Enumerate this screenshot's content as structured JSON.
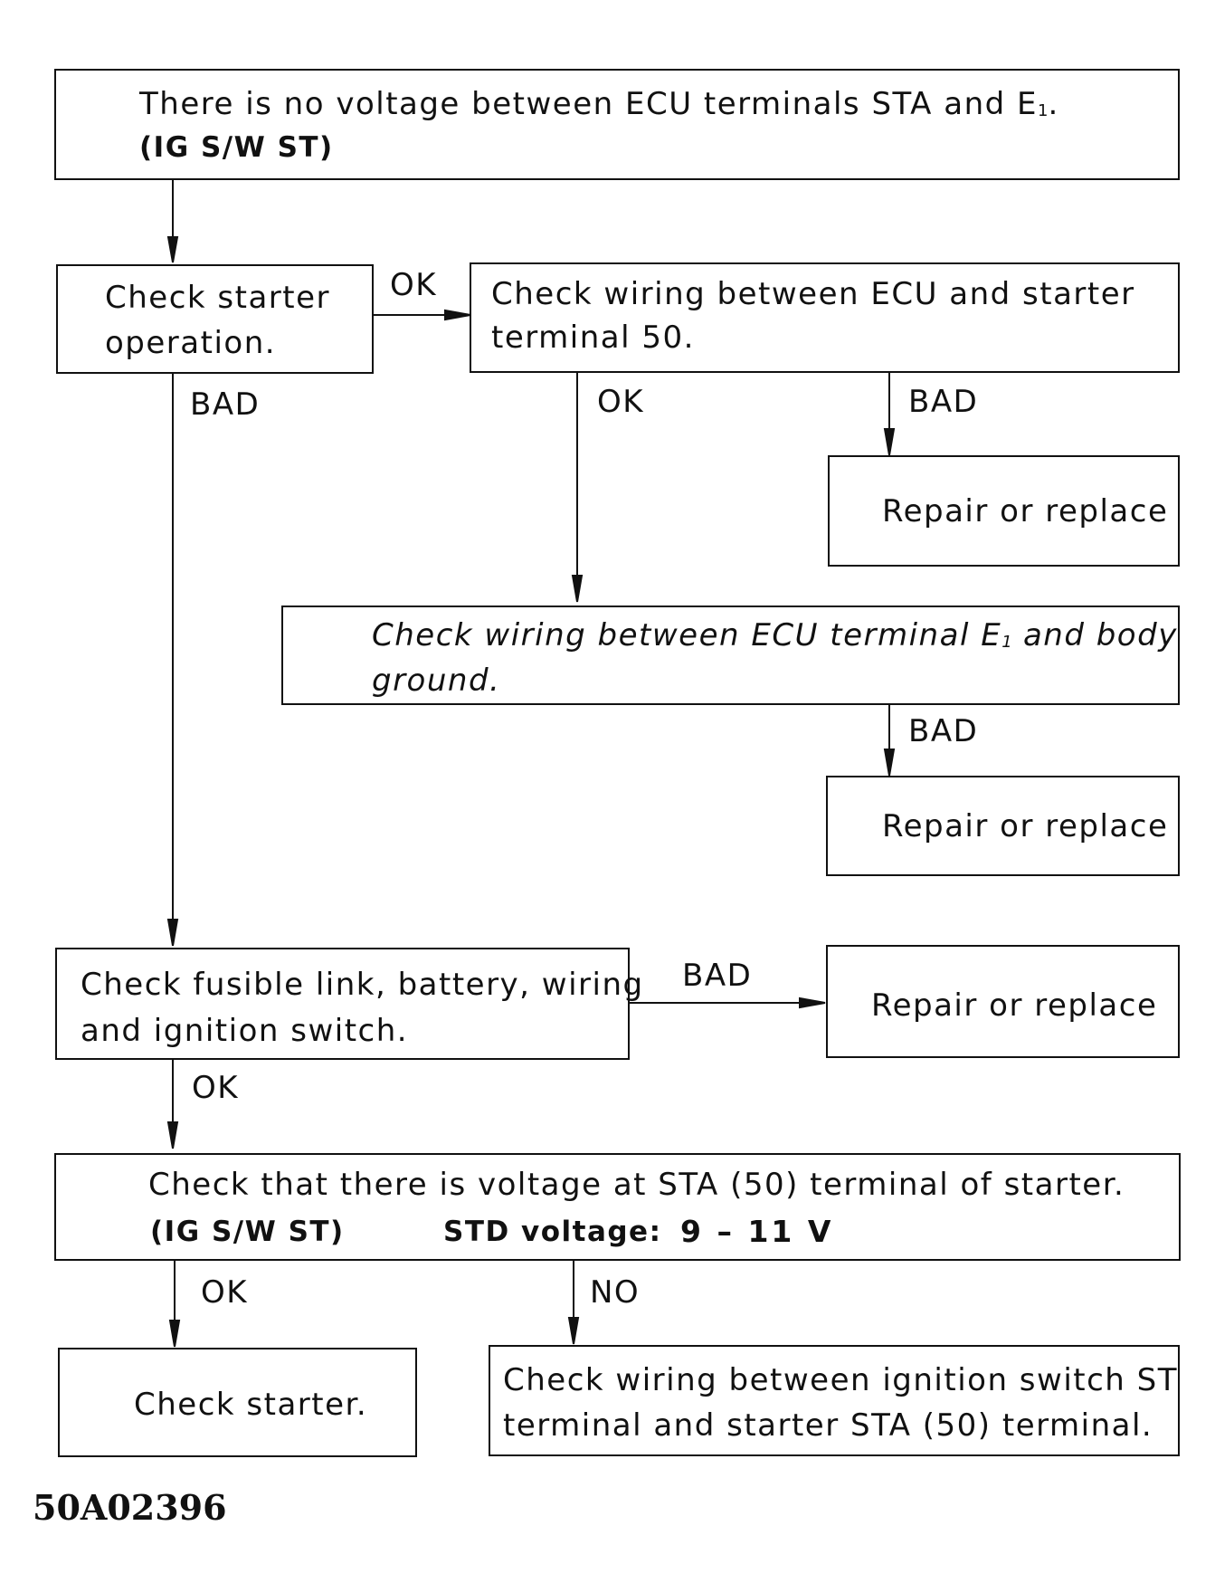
{
  "box_start": {
    "line1_pre": "There is no voltage between ECU terminals STA and E",
    "line1_sub": "1",
    "line1_post": ".",
    "line2": "(IG S/W ST)"
  },
  "box_check_starter_op": {
    "line1": "Check starter",
    "line2": "operation."
  },
  "box_check_wiring_50": {
    "line1": "Check wiring between ECU and starter",
    "line2": "terminal 50."
  },
  "box_repair_1": {
    "text": "Repair or replace"
  },
  "box_check_wiring_e1": {
    "line1_pre": "Check wiring between ECU terminal E",
    "line1_sub": "1",
    "line1_post": " and body",
    "line2": "ground."
  },
  "box_repair_2": {
    "text": "Repair or replace"
  },
  "box_check_fusible": {
    "line1": "Check fusible link, battery, wiring",
    "line2": "and ignition switch."
  },
  "box_repair_3": {
    "text": "Repair or replace"
  },
  "box_check_voltage": {
    "line1": "Check that there is voltage at STA (50) terminal of starter.",
    "line2_a": "(IG S/W ST)",
    "line2_b": "STD voltage:",
    "line2_c": "9 – 11 V"
  },
  "box_check_starter": {
    "text": "Check starter."
  },
  "box_check_ign_wiring": {
    "line1": "Check wiring between ignition switch ST",
    "line2": "terminal and starter STA (50) terminal."
  },
  "edge_labels": {
    "op_ok": "OK",
    "op_bad": "BAD",
    "w50_ok": "OK",
    "w50_bad": "BAD",
    "e1_bad": "BAD",
    "fus_bad": "BAD",
    "fus_ok": "OK",
    "volt_ok": "OK",
    "volt_no": "NO"
  },
  "figure_code": "50A02396"
}
